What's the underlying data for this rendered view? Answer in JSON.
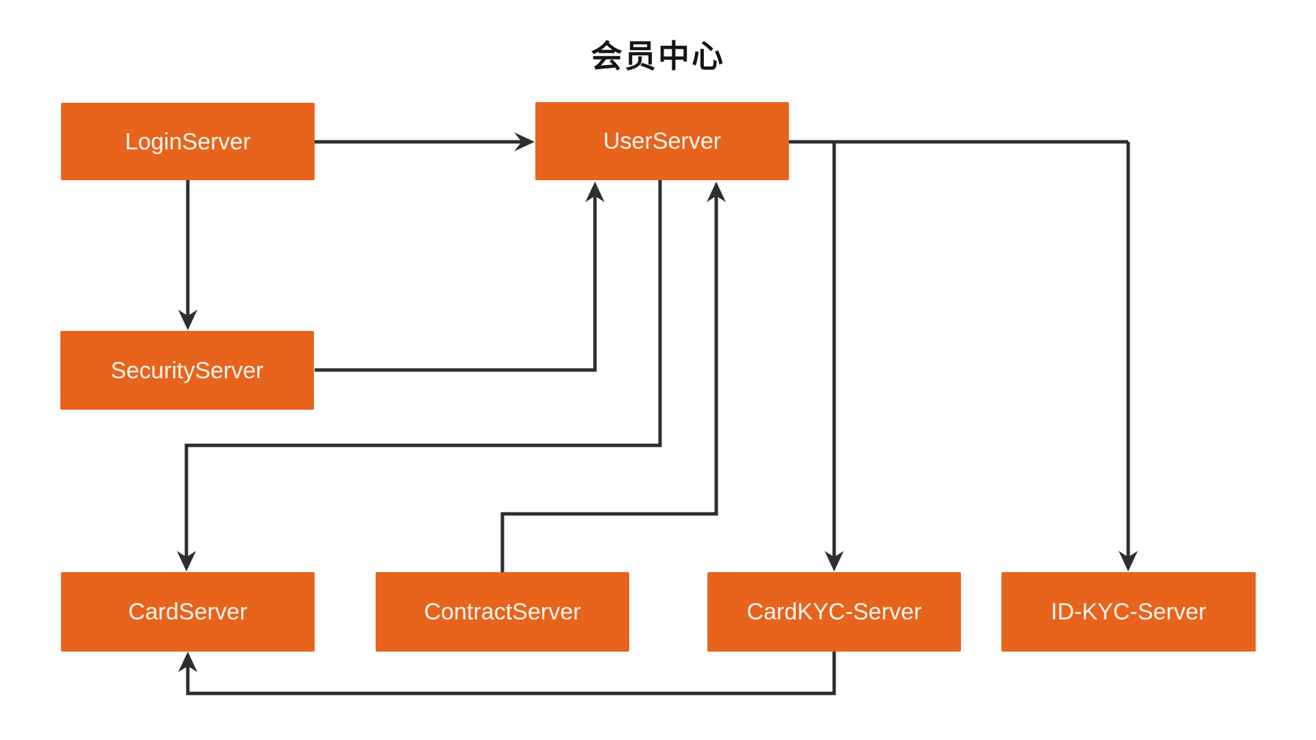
{
  "title": "会员中心",
  "diagram": {
    "nodes": [
      {
        "id": "login",
        "label": "LoginServer"
      },
      {
        "id": "user",
        "label": "UserServer"
      },
      {
        "id": "security",
        "label": "SecurityServer"
      },
      {
        "id": "card",
        "label": "CardServer"
      },
      {
        "id": "contract",
        "label": "ContractServer"
      },
      {
        "id": "cardkyc",
        "label": "CardKYC-Server"
      },
      {
        "id": "idkyc",
        "label": "ID-KYC-Server"
      }
    ],
    "edges": [
      {
        "from": "LoginServer",
        "to": "UserServer"
      },
      {
        "from": "LoginServer",
        "to": "SecurityServer"
      },
      {
        "from": "SecurityServer",
        "to": "UserServer"
      },
      {
        "from": "UserServer",
        "to": "CardServer"
      },
      {
        "from": "ContractServer",
        "to": "UserServer"
      },
      {
        "from": "UserServer",
        "to": "CardKYC-Server"
      },
      {
        "from": "UserServer",
        "to": "ID-KYC-Server"
      },
      {
        "from": "CardKYC-Server",
        "to": "CardServer"
      }
    ]
  },
  "theme": {
    "background": "#ffffff",
    "node_fill": "#e8631c",
    "node_text": "#fcf7f0",
    "edge_color": "#2e2e2e",
    "title_color": "#151515"
  }
}
